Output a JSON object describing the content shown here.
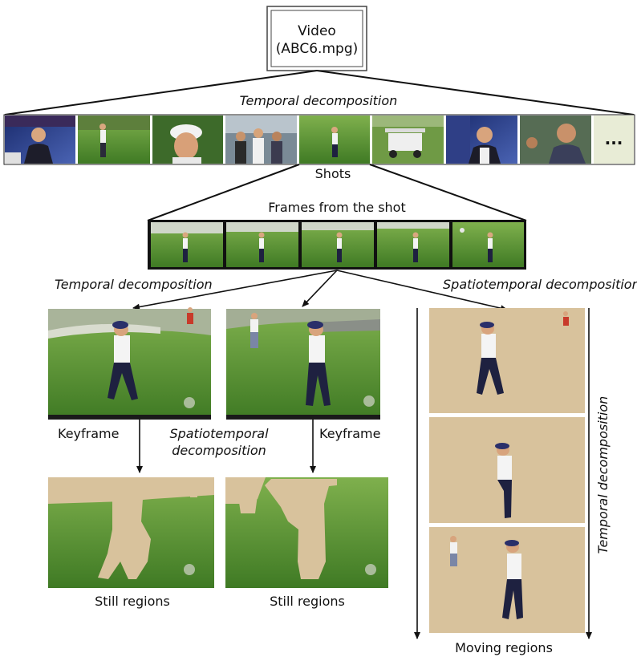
{
  "root": {
    "title": "Video",
    "filename": "(ABC6.mpg)"
  },
  "labels": {
    "temporal_top": "Temporal decomposition",
    "shots": "Shots",
    "frames_from_shot": "Frames from the shot",
    "temporal_left": "Temporal decomposition",
    "spatiotemporal_right": "Spatiotemporal decomposition",
    "keyframe_1": "Keyframe",
    "keyframe_2": "Keyframe",
    "spatiotemporal_mid_1": "Spatiotemporal",
    "spatiotemporal_mid_2": "decomposition",
    "still_regions_1": "Still regions",
    "still_regions_2": "Still regions",
    "temporal_vertical": "Temporal decomposition",
    "moving_regions": "Moving regions",
    "more_shots": "..."
  },
  "colors": {
    "grass": "#4e8a2e",
    "grass_light": "#6aa640",
    "sand_region": "#d8c29c",
    "news_blue": "#2a3f8a",
    "shirt": "#f4f4f4",
    "pants": "#1e2140"
  }
}
